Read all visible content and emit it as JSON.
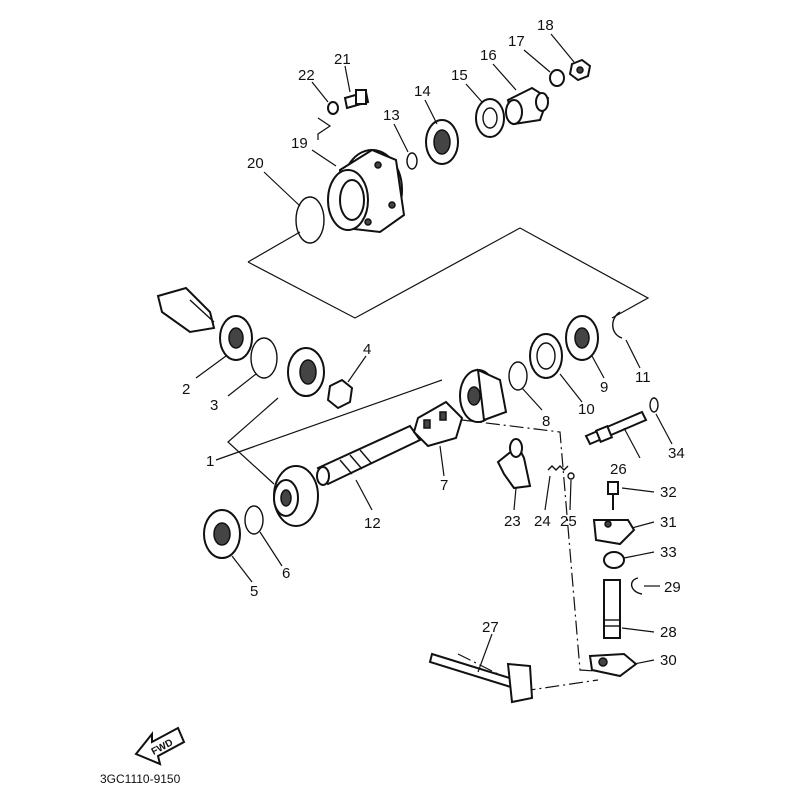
{
  "diagram": {
    "part_numbers": [
      "1",
      "2",
      "3",
      "4",
      "5",
      "6",
      "7",
      "8",
      "9",
      "10",
      "11",
      "12",
      "13",
      "14",
      "15",
      "16",
      "17",
      "18",
      "19",
      "20",
      "21",
      "22",
      "23",
      "24",
      "25",
      "26",
      "27",
      "28",
      "29",
      "30",
      "31",
      "32",
      "33",
      "34"
    ],
    "direction_label": "FWD",
    "drawing_code": "3GC1110-9150"
  }
}
